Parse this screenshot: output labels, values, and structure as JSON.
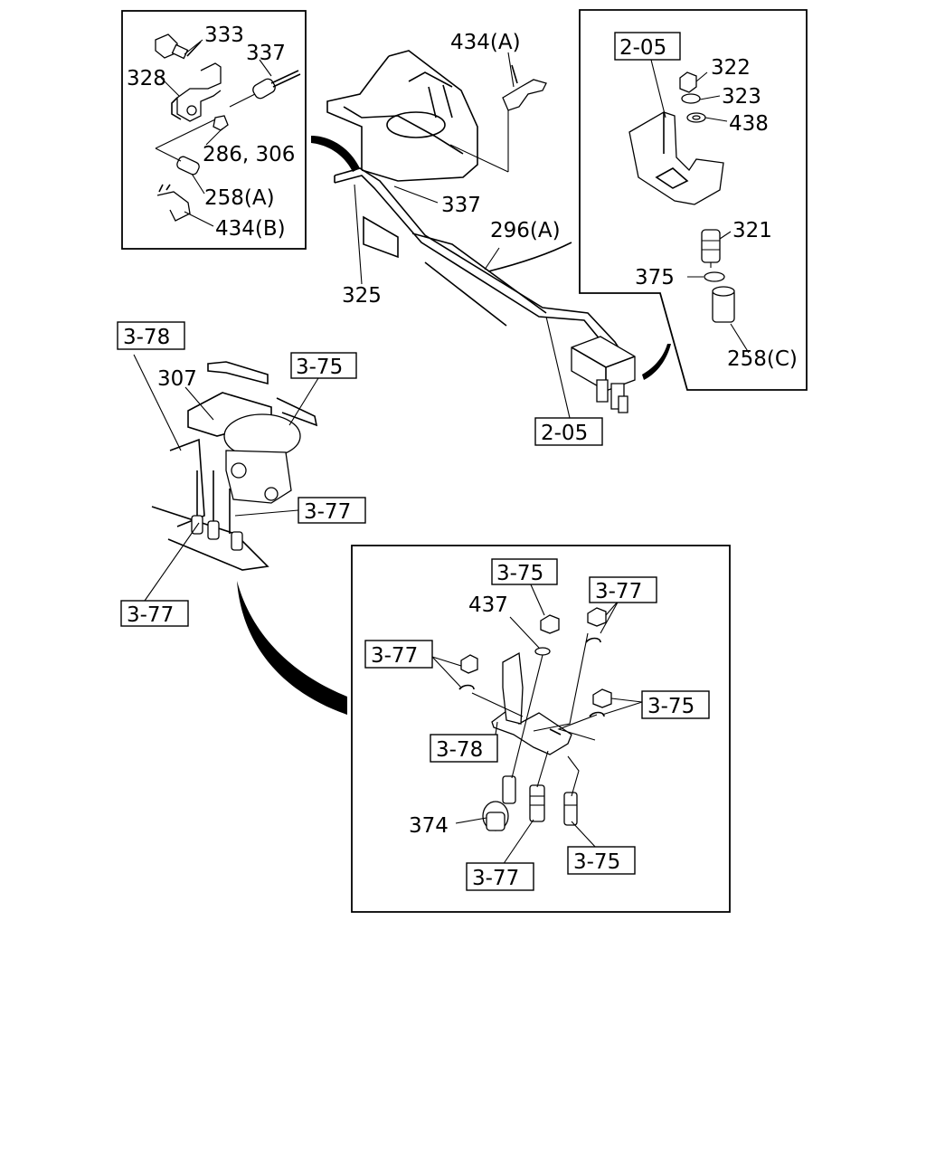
{
  "callouts": {
    "c333": "333",
    "c337a": "337",
    "c328": "328",
    "c286_306": "286, 306",
    "c258a": "258(A)",
    "c434b": "434(B)",
    "c434a": "434(A)",
    "c337b": "337",
    "c296a": "296(A)",
    "c325": "325",
    "c322": "322",
    "c323": "323",
    "c438": "438",
    "c321": "321",
    "c375": "375",
    "c258c": "258(C)",
    "c307": "307",
    "c437": "437",
    "c374": "374"
  },
  "refs": {
    "r205_top": "2-05",
    "r205_mid": "2-05",
    "r378_left": "3-78",
    "r375_left": "3-75",
    "r377_mid": "3-77",
    "r377_bl": "3-77",
    "r375_d1": "3-75",
    "r377_d1": "3-77",
    "r377_d2": "3-77",
    "r375_d2": "3-75",
    "r378_d": "3-78",
    "r377_d3": "3-77",
    "r375_d3": "3-75"
  }
}
